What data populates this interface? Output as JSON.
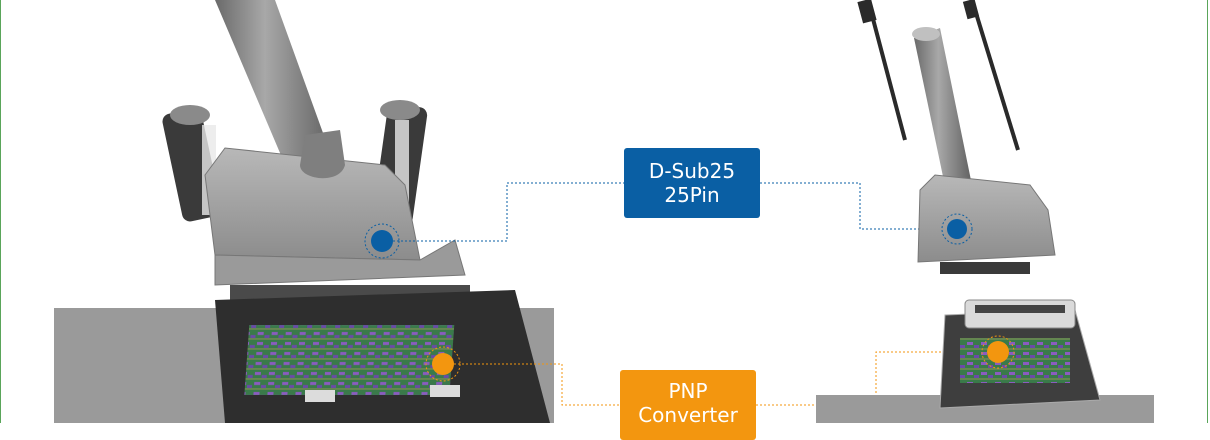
{
  "labels": {
    "dsub": {
      "line1": "D-Sub25",
      "line2": "25Pin",
      "color": "#0a5fa4"
    },
    "pnp": {
      "line1": "PNP",
      "line2": "Converter",
      "color": "#f3960f"
    }
  },
  "colors": {
    "frame": "#5aa55a",
    "panel": "#9a9a9a",
    "marker_blue": "#0a5fa4",
    "marker_orange": "#f3960f"
  }
}
